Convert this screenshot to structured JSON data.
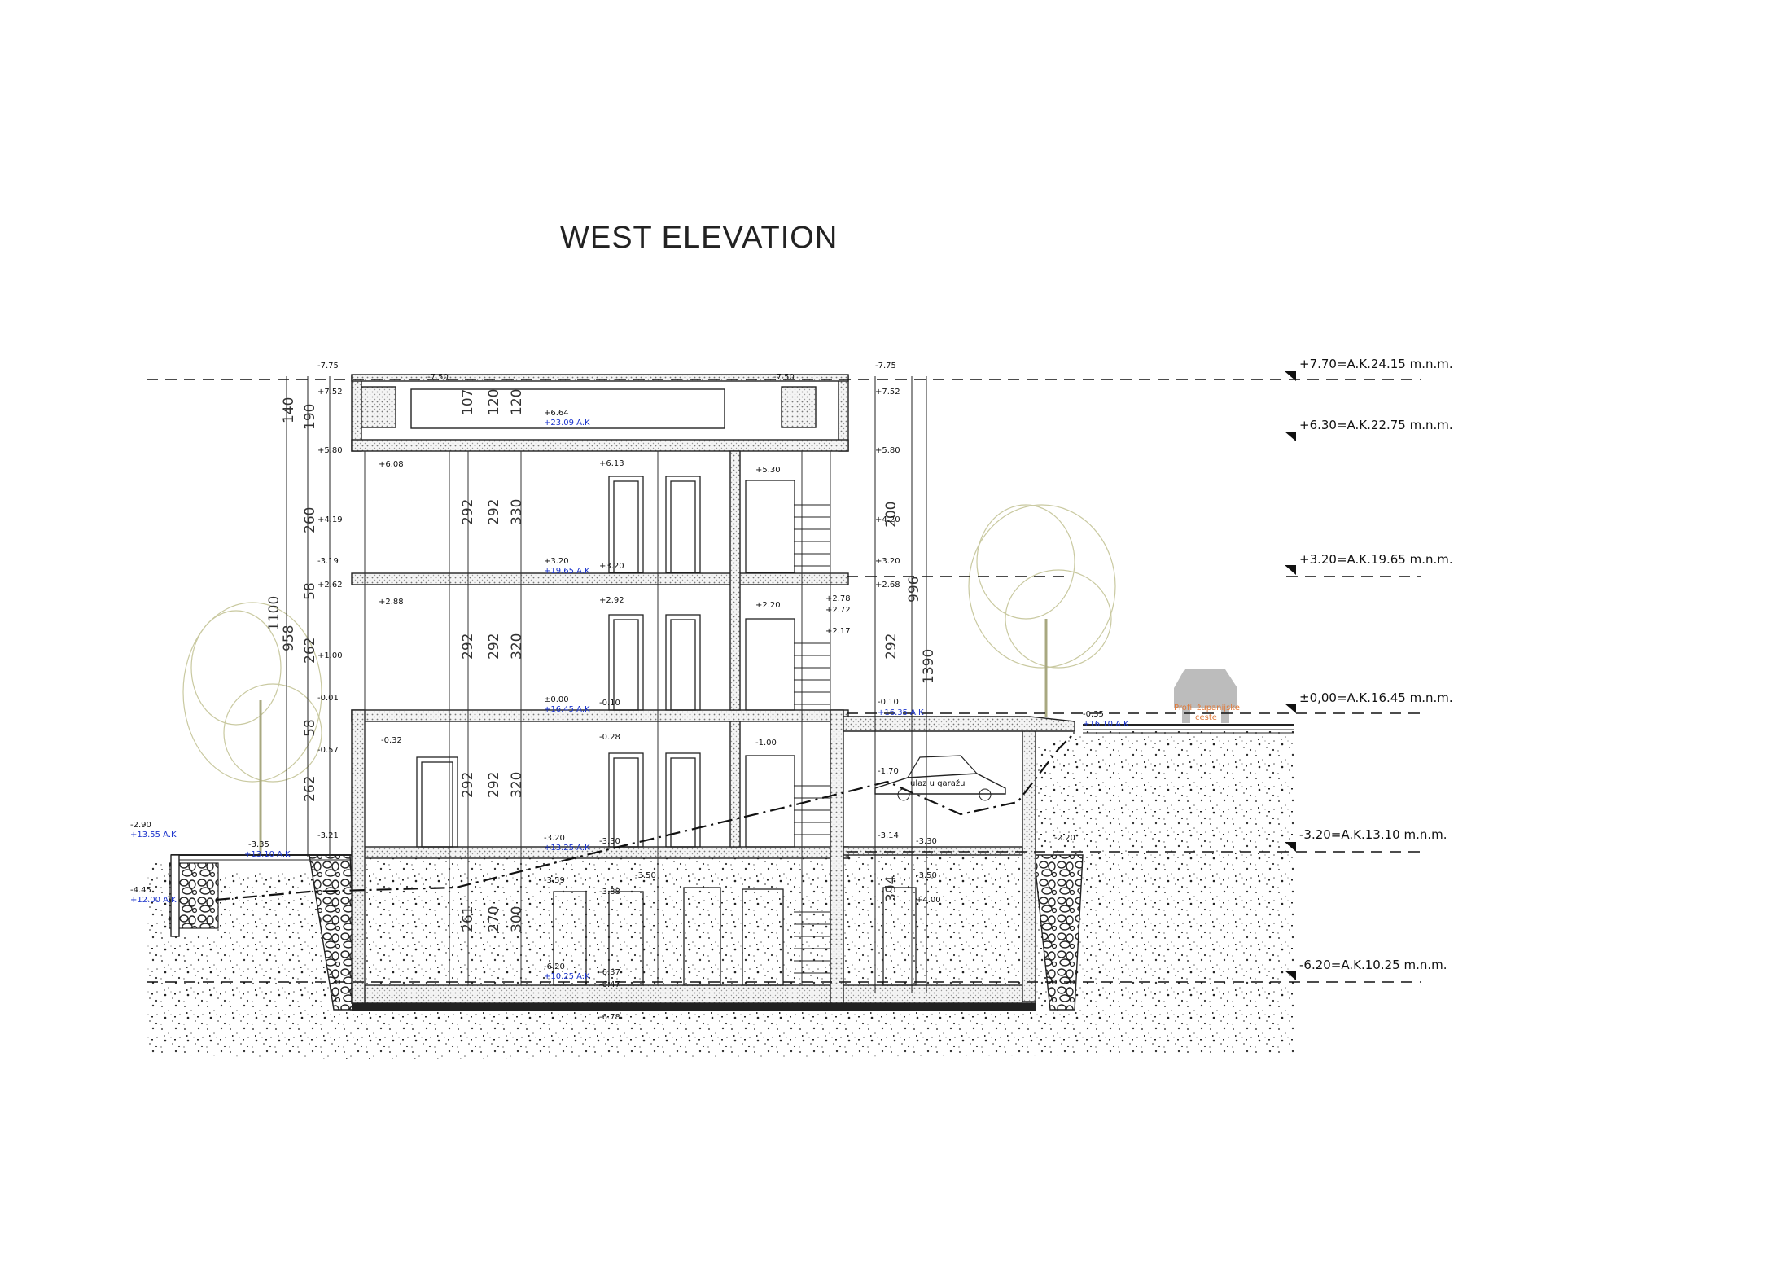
{
  "title": "WEST ELEVATION",
  "level_labels": [
    "+7.70=A.K.24.15 m.n.m.",
    "+6.30=A.K.22.75 m.n.m.",
    "+3.20=A.K.19.65 m.n.m.",
    "±0,00=A.K.16.45 m.n.m.",
    "-3.20=A.K.13.10 m.n.m.",
    "-6.20=A.K.10.25 m.n.m."
  ],
  "dimensions_left": [
    "140",
    "190",
    "260",
    "58",
    "262",
    "58",
    "262",
    "958",
    "1100"
  ],
  "dimensions_inner": [
    "107",
    "120",
    "120",
    "292",
    "292",
    "330",
    "292",
    "292",
    "320",
    "292",
    "292",
    "320",
    "261",
    "270",
    "300"
  ],
  "dimensions_right": [
    "200",
    "996",
    "292",
    "1390",
    "394"
  ],
  "markers_left": [
    "-7.75",
    "+7.52",
    "+5.80",
    "+4.19",
    "-3.19",
    "+2.62",
    "+1.00",
    "-0.01",
    "-0.57",
    "-3.21"
  ],
  "markers_right": [
    "-7.75",
    "+7.52",
    "+5.80",
    "+4.20",
    "+3.20",
    "+2.68",
    "-0.10",
    "-1.70",
    "-3.14",
    "-3.30",
    "-3.50",
    "+4.00"
  ],
  "markers_interior": [
    "-7.50",
    "-7.50",
    "+6.64",
    "+6.08",
    "+6.13",
    "+5.30",
    "+3.20",
    "+3.20",
    "+2.88",
    "+2.92",
    "+2.20",
    "+2.78",
    "+2.72",
    "+2.17",
    "±0.00",
    "-0.10",
    "-0.32",
    "-0.28",
    "-1.00",
    "-3.20",
    "-3.30",
    "-3.50",
    "-3.59",
    "-3.88",
    "-6.20",
    "-6.37",
    "-6.47",
    "-6.78",
    "-0.35",
    "-2.20"
  ],
  "markers_blue": [
    "+23.09 A.K",
    "+19.65 A.K",
    "+16.45 A.K",
    "+13.25 A.K",
    "+10.25 A.K",
    "+16.35 A.K",
    "+16.10 A.K"
  ],
  "markers_far_left": [
    "-2.90",
    "+13.55 A.K",
    "-3.35",
    "+13.10 A.K",
    "-4.45",
    "+12.00 A.K"
  ],
  "ramp_label": "ulaz u garažu",
  "road_label_1": "Profil županijske",
  "road_label_2": "ceste",
  "colors": {
    "line": "#222222",
    "hatch": "#9a9a9a",
    "blue": "#1a33cc",
    "orange": "#e07a3a",
    "tree": "#c9c9a0",
    "car": "#bcbcbc"
  }
}
